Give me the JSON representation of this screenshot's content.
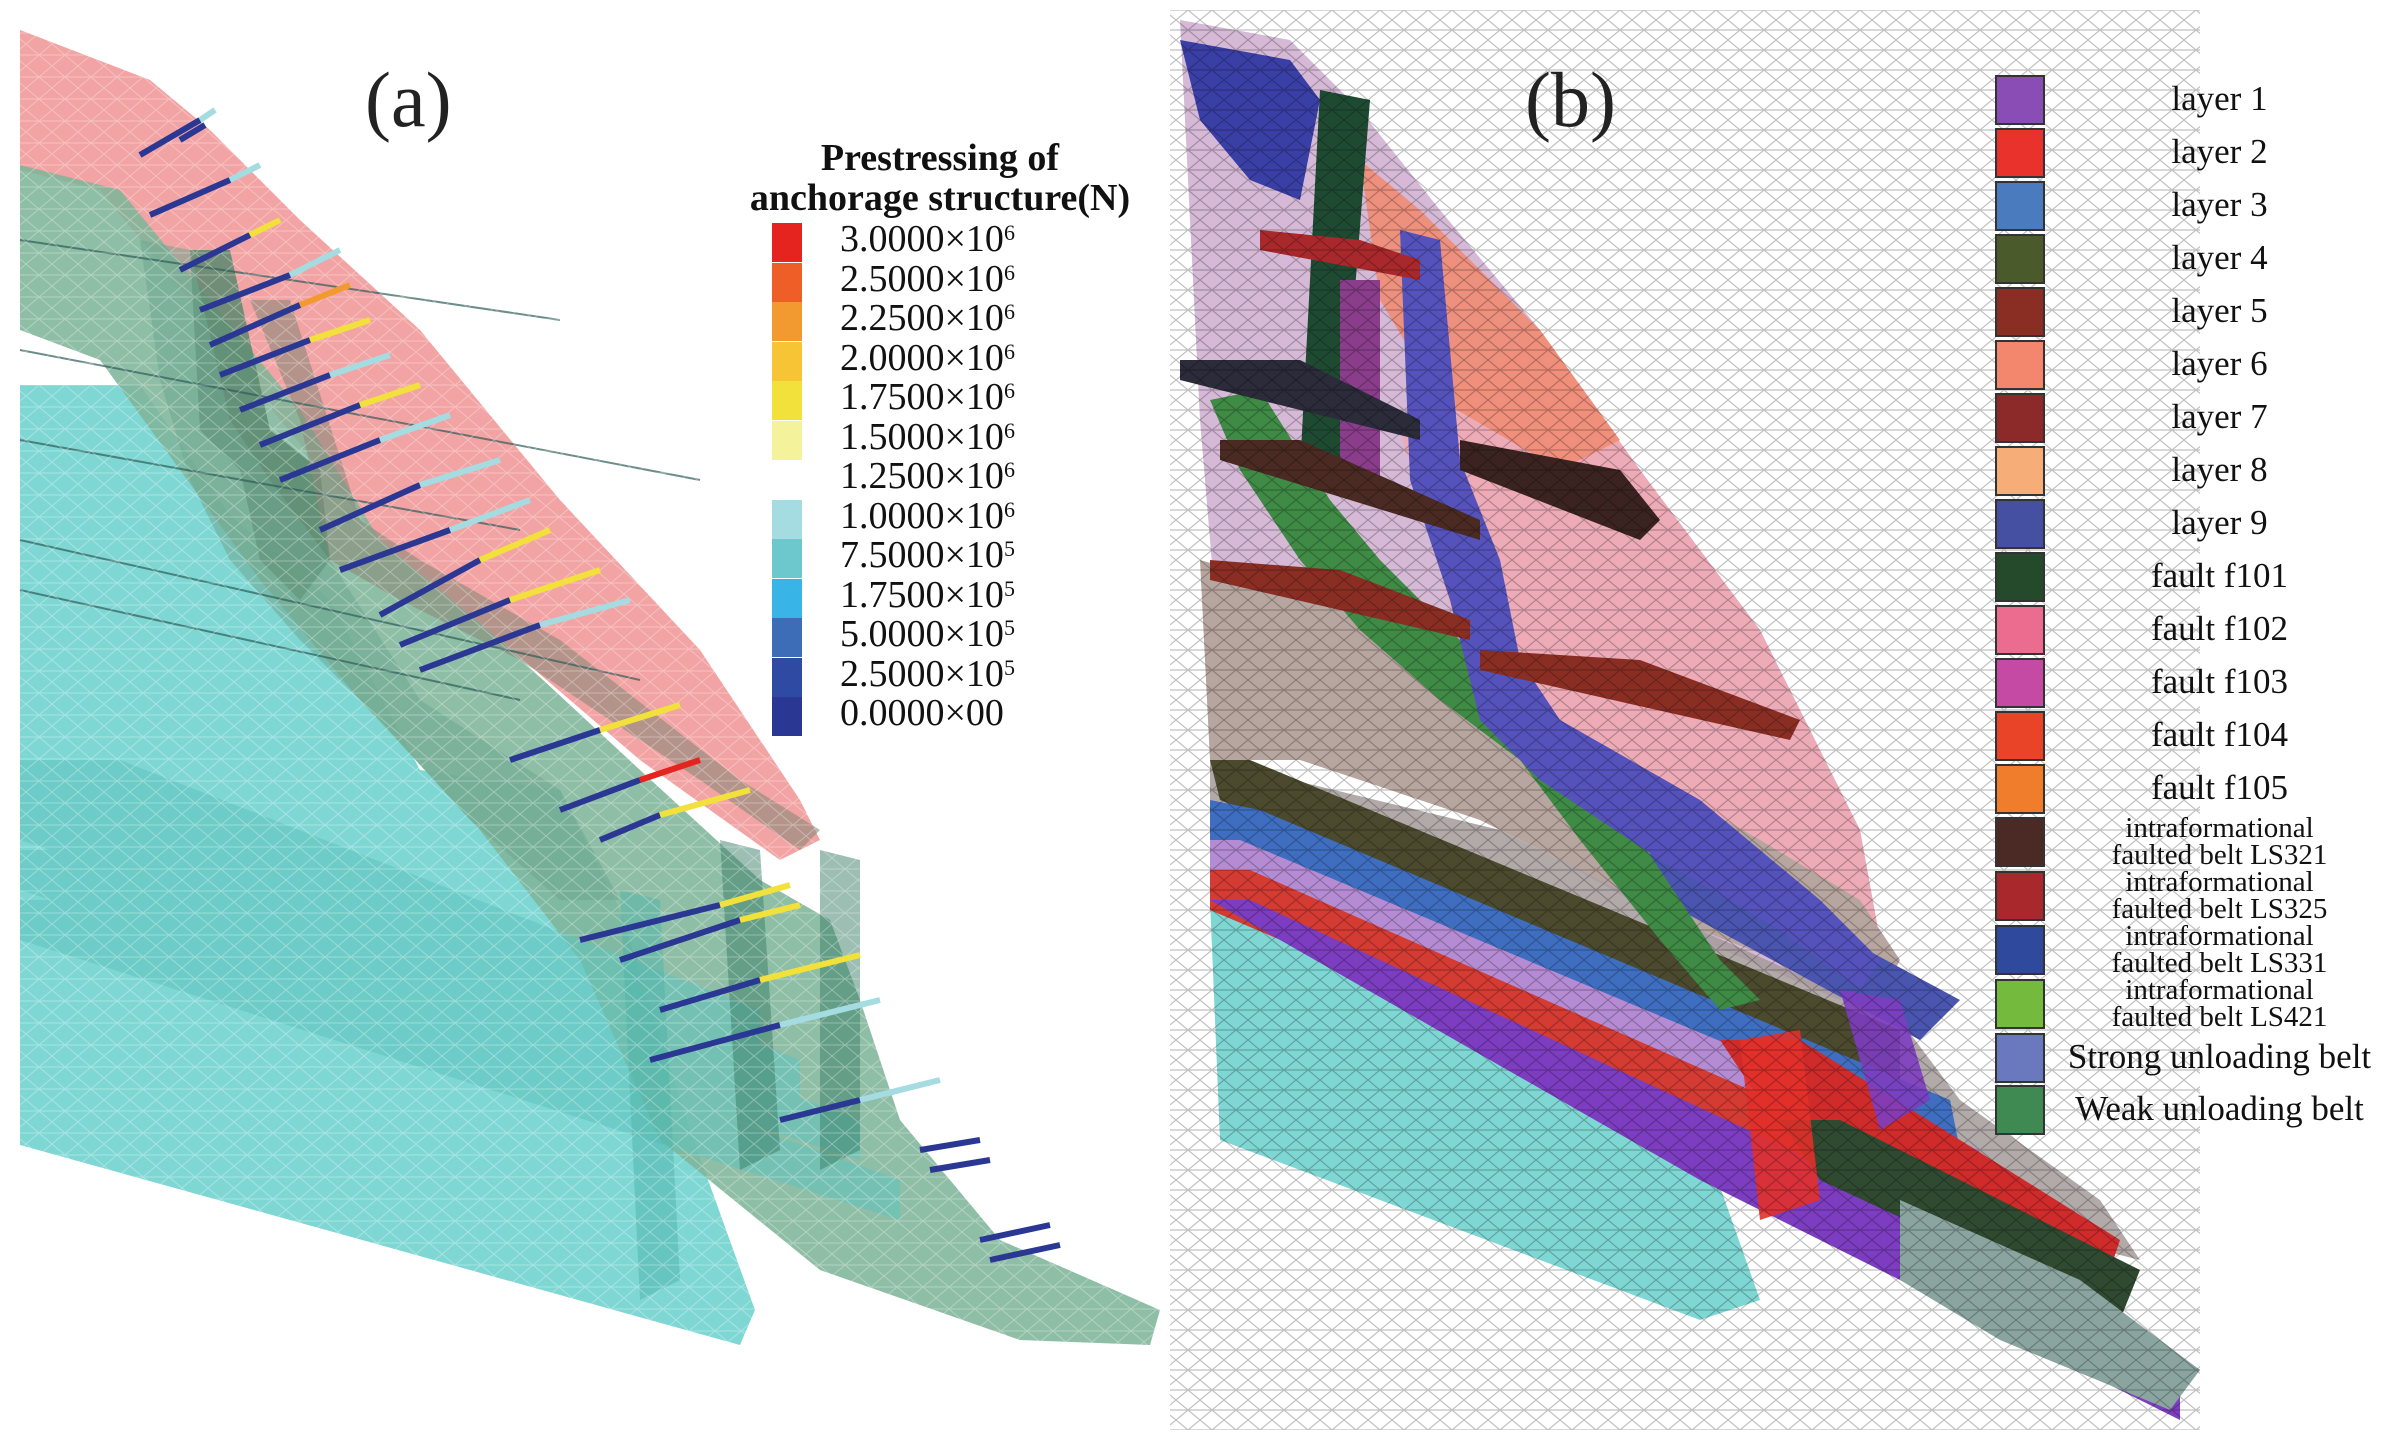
{
  "panels": {
    "a_label": "(a)",
    "b_label": "(b)"
  },
  "legend_a": {
    "title_line1": "Prestressing of",
    "title_line2": "anchorage structure(N)",
    "entries": [
      {
        "mantissa": "3.0000×10",
        "exp": "6",
        "color": "#e52420"
      },
      {
        "mantissa": "2.5000×10",
        "exp": "6",
        "color": "#ee5f27"
      },
      {
        "mantissa": "2.2500×10",
        "exp": "6",
        "color": "#f29a30"
      },
      {
        "mantissa": "2.0000×10",
        "exp": "6",
        "color": "#f6c435"
      },
      {
        "mantissa": "1.7500×10",
        "exp": "6",
        "color": "#f1e13a"
      },
      {
        "mantissa": "1.5000×10",
        "exp": "6",
        "color": "#f4f29b"
      },
      {
        "mantissa": "1.2500×10",
        "exp": "6",
        "color": "#ffffff"
      },
      {
        "mantissa": "1.0000×10",
        "exp": "6",
        "color": "#a4dce1"
      },
      {
        "mantissa": "7.5000×10",
        "exp": "5",
        "color": "#6cc8cc"
      },
      {
        "mantissa": "1.7500×10",
        "exp": "5",
        "color": "#39b4e6"
      },
      {
        "mantissa": "5.0000×10",
        "exp": "5",
        "color": "#3c6db6"
      },
      {
        "mantissa": "2.5000×10",
        "exp": "5",
        "color": "#2f4aa2"
      },
      {
        "mantissa": "0.0000×00",
        "exp": "",
        "color": "#2a3894"
      }
    ]
  },
  "legend_b": {
    "entries": [
      {
        "label": "layer 1",
        "color": "#8a4db6"
      },
      {
        "label": "layer 2",
        "color": "#e9322b"
      },
      {
        "label": "layer 3",
        "color": "#4b7bbf"
      },
      {
        "label": "layer 4",
        "color": "#4b5a2a"
      },
      {
        "label": "layer 5",
        "color": "#8a2e24"
      },
      {
        "label": "layer 6",
        "color": "#f2876e"
      },
      {
        "label": "layer 7",
        "color": "#8c2a2a"
      },
      {
        "label": "layer 8",
        "color": "#f6ad78"
      },
      {
        "label": "layer 9",
        "color": "#4650a3"
      },
      {
        "label": "fault f101",
        "color": "#244a2b"
      },
      {
        "label": "fault f102",
        "color": "#ec6c8f"
      },
      {
        "label": "fault f103",
        "color": "#c44aa4"
      },
      {
        "label": "fault f104",
        "color": "#e94427"
      },
      {
        "label": "fault f105",
        "color": "#f07d2b"
      },
      {
        "label1": "intraformational",
        "label2": "faulted belt LS321",
        "color": "#4b2a25"
      },
      {
        "label1": "intraformational",
        "label2": "faulted belt LS325",
        "color": "#a8282b"
      },
      {
        "label1": "intraformational",
        "label2": "faulted belt LS331",
        "color": "#2f4a9d"
      },
      {
        "label1": "intraformational",
        "label2": "faulted belt LS421",
        "color": "#74ba3c"
      },
      {
        "label": "Strong unloading belt",
        "color": "#6a79bd"
      },
      {
        "label": "Weak unloading belt",
        "color": "#3f8a52"
      }
    ]
  }
}
